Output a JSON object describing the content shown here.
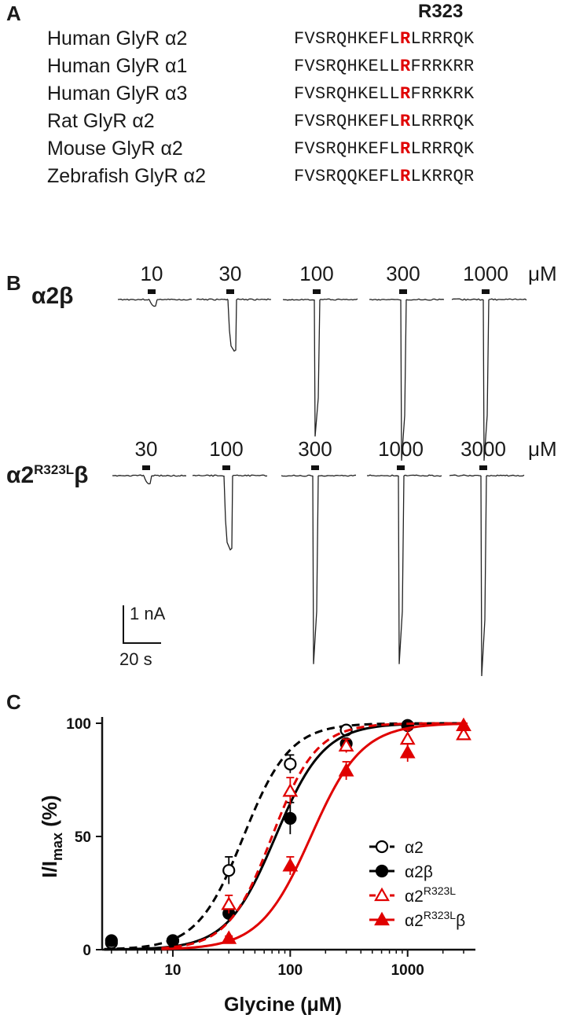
{
  "panel_a": {
    "letter": "A",
    "highlight_label": "R323",
    "rows": [
      {
        "species": "Human GlyR α2",
        "pre": "FVSRQHKEFL",
        "res": "R",
        "post": "LRRRQK"
      },
      {
        "species": "Human GlyR α1",
        "pre": "FVSRQHKELL",
        "res": "R",
        "post": "FRRKRR"
      },
      {
        "species": "Human GlyR α3",
        "pre": "FVSRQHKELL",
        "res": "R",
        "post": "FRRKRK"
      },
      {
        "species": "Rat GlyR α2",
        "pre": "FVSRQHKEFL",
        "res": "R",
        "post": "LRRRQK"
      },
      {
        "species": "Mouse GlyR α2",
        "pre": "FVSRQHKEFL",
        "res": "R",
        "post": "LRRRQK"
      },
      {
        "species": "Zebrafish GlyR α2",
        "pre": "FVSRQQKEFL",
        "res": "R",
        "post": "LKRRQR"
      }
    ],
    "highlight_color": "#e00000"
  },
  "panel_b": {
    "letter": "B",
    "unit": "μM",
    "rows": [
      {
        "label_main": "α2β",
        "label_sup": "",
        "label_tail": "",
        "concentrations": [
          "10",
          "30",
          "100",
          "300",
          "1000"
        ],
        "peak_fractions": [
          0.04,
          0.32,
          0.85,
          1.0,
          1.0
        ]
      },
      {
        "label_main": "α2",
        "label_sup": "R323L",
        "label_tail": "β",
        "concentrations": [
          "30",
          "100",
          "300",
          "1000",
          "3000"
        ],
        "peak_fractions": [
          0.04,
          0.37,
          0.94,
          0.94,
          1.0
        ]
      }
    ],
    "scale": {
      "current": "1 nA",
      "time": "20 s"
    }
  },
  "panel_c": {
    "letter": "C",
    "chart_data": {
      "type": "scatter",
      "xlabel": "Glycine (μM)",
      "ylabel_main": "I/I",
      "ylabel_sub": "max",
      "ylabel_tail": " (%)",
      "xscale": "log",
      "xlim": [
        2.5,
        3500
      ],
      "ylim": [
        0,
        100
      ],
      "xticks": [
        "10",
        "100",
        "1000"
      ],
      "yticks": [
        "0",
        "50",
        "100"
      ],
      "legend_position": "center-right",
      "series": [
        {
          "name_main": "α2",
          "name_sup": "",
          "name_tail": "",
          "color": "#000000",
          "marker": "circle-open",
          "line": "dashed",
          "ec50": 40,
          "hill": 2.2,
          "x": [
            3,
            10,
            30,
            100,
            300,
            1000
          ],
          "y": [
            3,
            4,
            35,
            82,
            97,
            99
          ],
          "err": [
            1,
            1,
            6,
            4,
            1,
            1
          ]
        },
        {
          "name_main": "α2β",
          "name_sup": "",
          "name_tail": "",
          "color": "#000000",
          "marker": "circle-filled",
          "line": "solid",
          "ec50": 75,
          "hill": 2.1,
          "x": [
            3,
            10,
            30,
            100,
            300,
            1000
          ],
          "y": [
            4,
            4,
            16,
            58,
            91,
            99
          ],
          "err": [
            1,
            1,
            3,
            7,
            2,
            1
          ]
        },
        {
          "name_main": "α2",
          "name_sup": "R323L",
          "name_tail": "",
          "color": "#e00000",
          "marker": "triangle-open",
          "line": "dashed",
          "ec50": 70,
          "hill": 2.3,
          "x": [
            30,
            100,
            300,
            1000,
            3000
          ],
          "y": [
            20,
            70,
            90,
            93,
            95
          ],
          "err": [
            4,
            6,
            3,
            4,
            2
          ]
        },
        {
          "name_main": "α2",
          "name_sup": "R323L",
          "name_tail": "β",
          "color": "#e00000",
          "marker": "triangle-filled",
          "line": "solid",
          "ec50": 150,
          "hill": 2.0,
          "x": [
            30,
            100,
            300,
            1000,
            3000
          ],
          "y": [
            5,
            37,
            79,
            87,
            99
          ],
          "err": [
            1,
            4,
            4,
            4,
            1
          ]
        }
      ]
    }
  }
}
